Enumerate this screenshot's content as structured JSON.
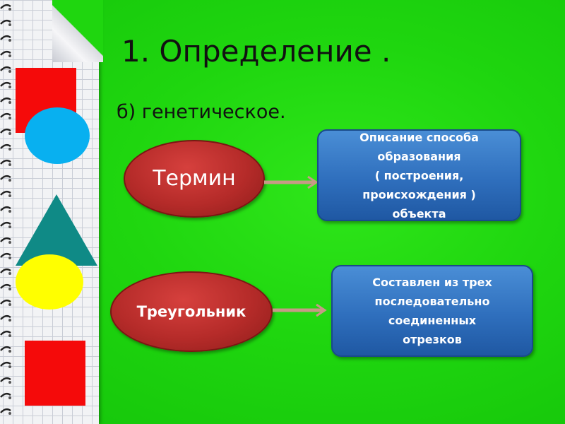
{
  "slide": {
    "title": "1. Определение .",
    "subtitle": "б) генетическое.",
    "rows": [
      {
        "term": "Термин",
        "description": "Описание  способа\nобразования\n( построения,\nпроисхождения )\nобъекта"
      },
      {
        "term": "Треугольник",
        "description": "Составлен из трех\nпоследовательно\nсоединенных\nотрезков"
      }
    ]
  },
  "colors": {
    "background": "#1fd60f",
    "oval": "#b52b29",
    "box": "#2f6fbd",
    "square": "#f50a0a",
    "circle_blue": "#08b0f0",
    "triangle": "#0f8a86",
    "circle_yellow": "#ffff00"
  }
}
